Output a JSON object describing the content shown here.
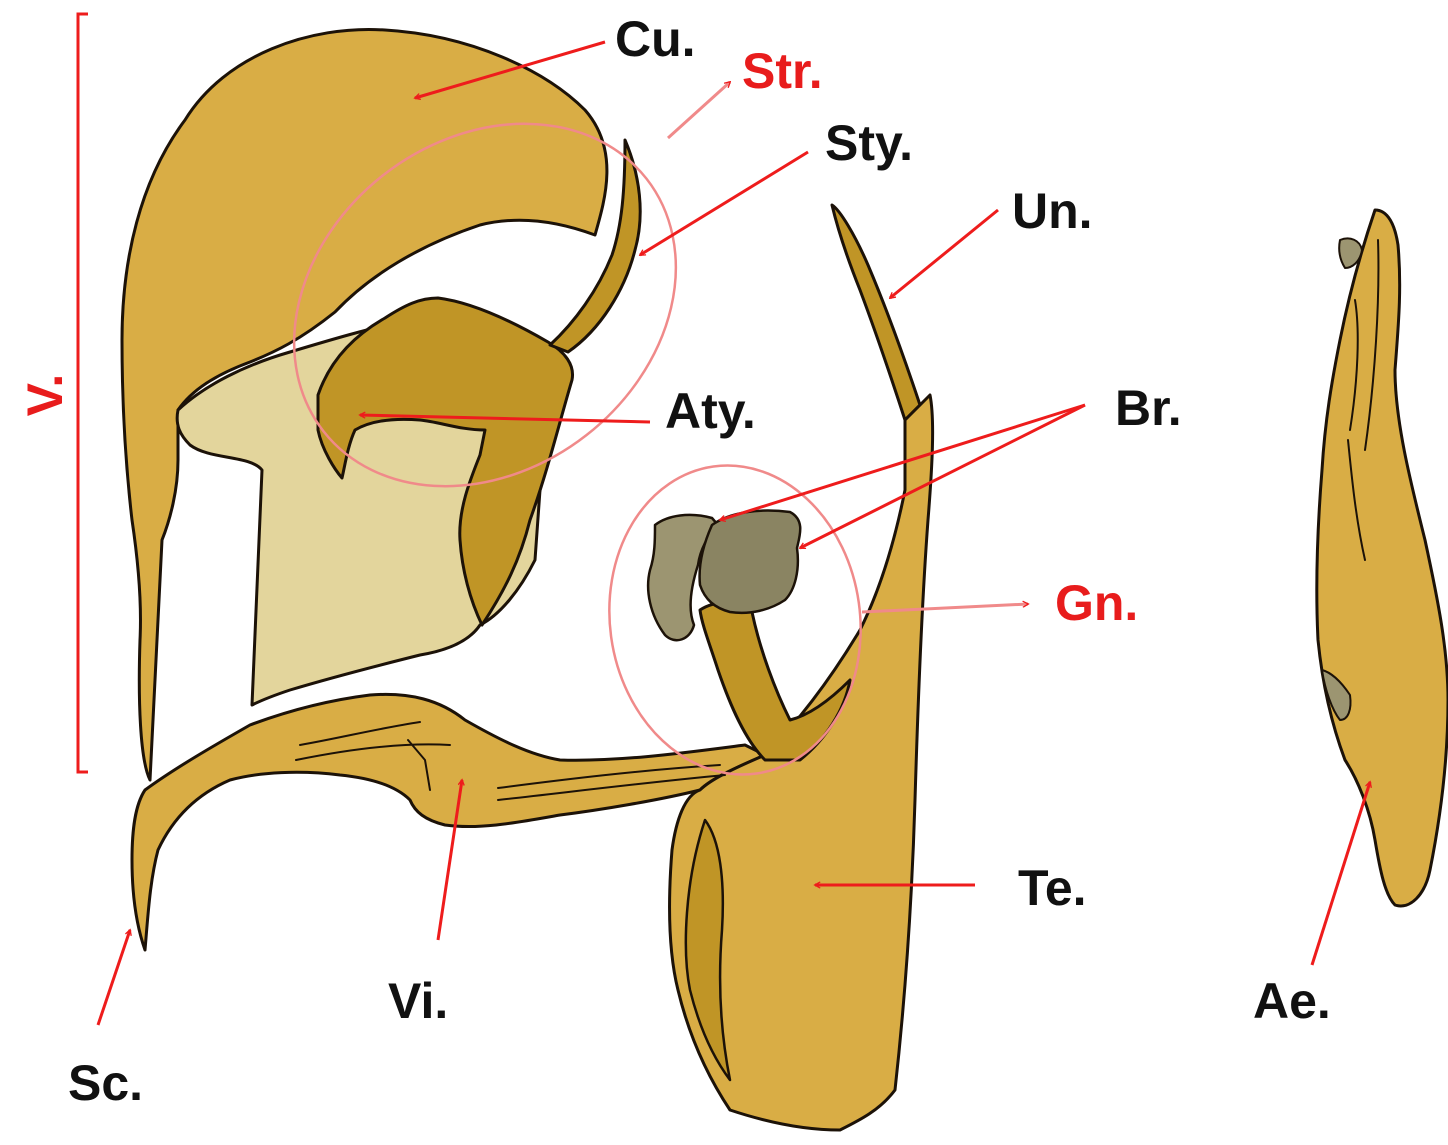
{
  "colors": {
    "body_fill": "#d9ad45",
    "dark_fill": "#c09526",
    "pale_fill": "#e3d59c",
    "gray_fill": "#9c9571",
    "gray_dark": "#8a8462",
    "outline": "#1c1208",
    "arrow_red": "#ee1c1c",
    "pale_red": "#f08a8a",
    "label_black": "#111111",
    "label_red": "#e81c1c"
  },
  "labels": {
    "cu": "Cu.",
    "str": "Str.",
    "sty": "Sty.",
    "un": "Un.",
    "aty": "Aty.",
    "br": "Br.",
    "gn": "Gn.",
    "v": "V.",
    "te": "Te.",
    "vi": "Vi.",
    "sc": "Sc.",
    "ae": "Ae."
  }
}
